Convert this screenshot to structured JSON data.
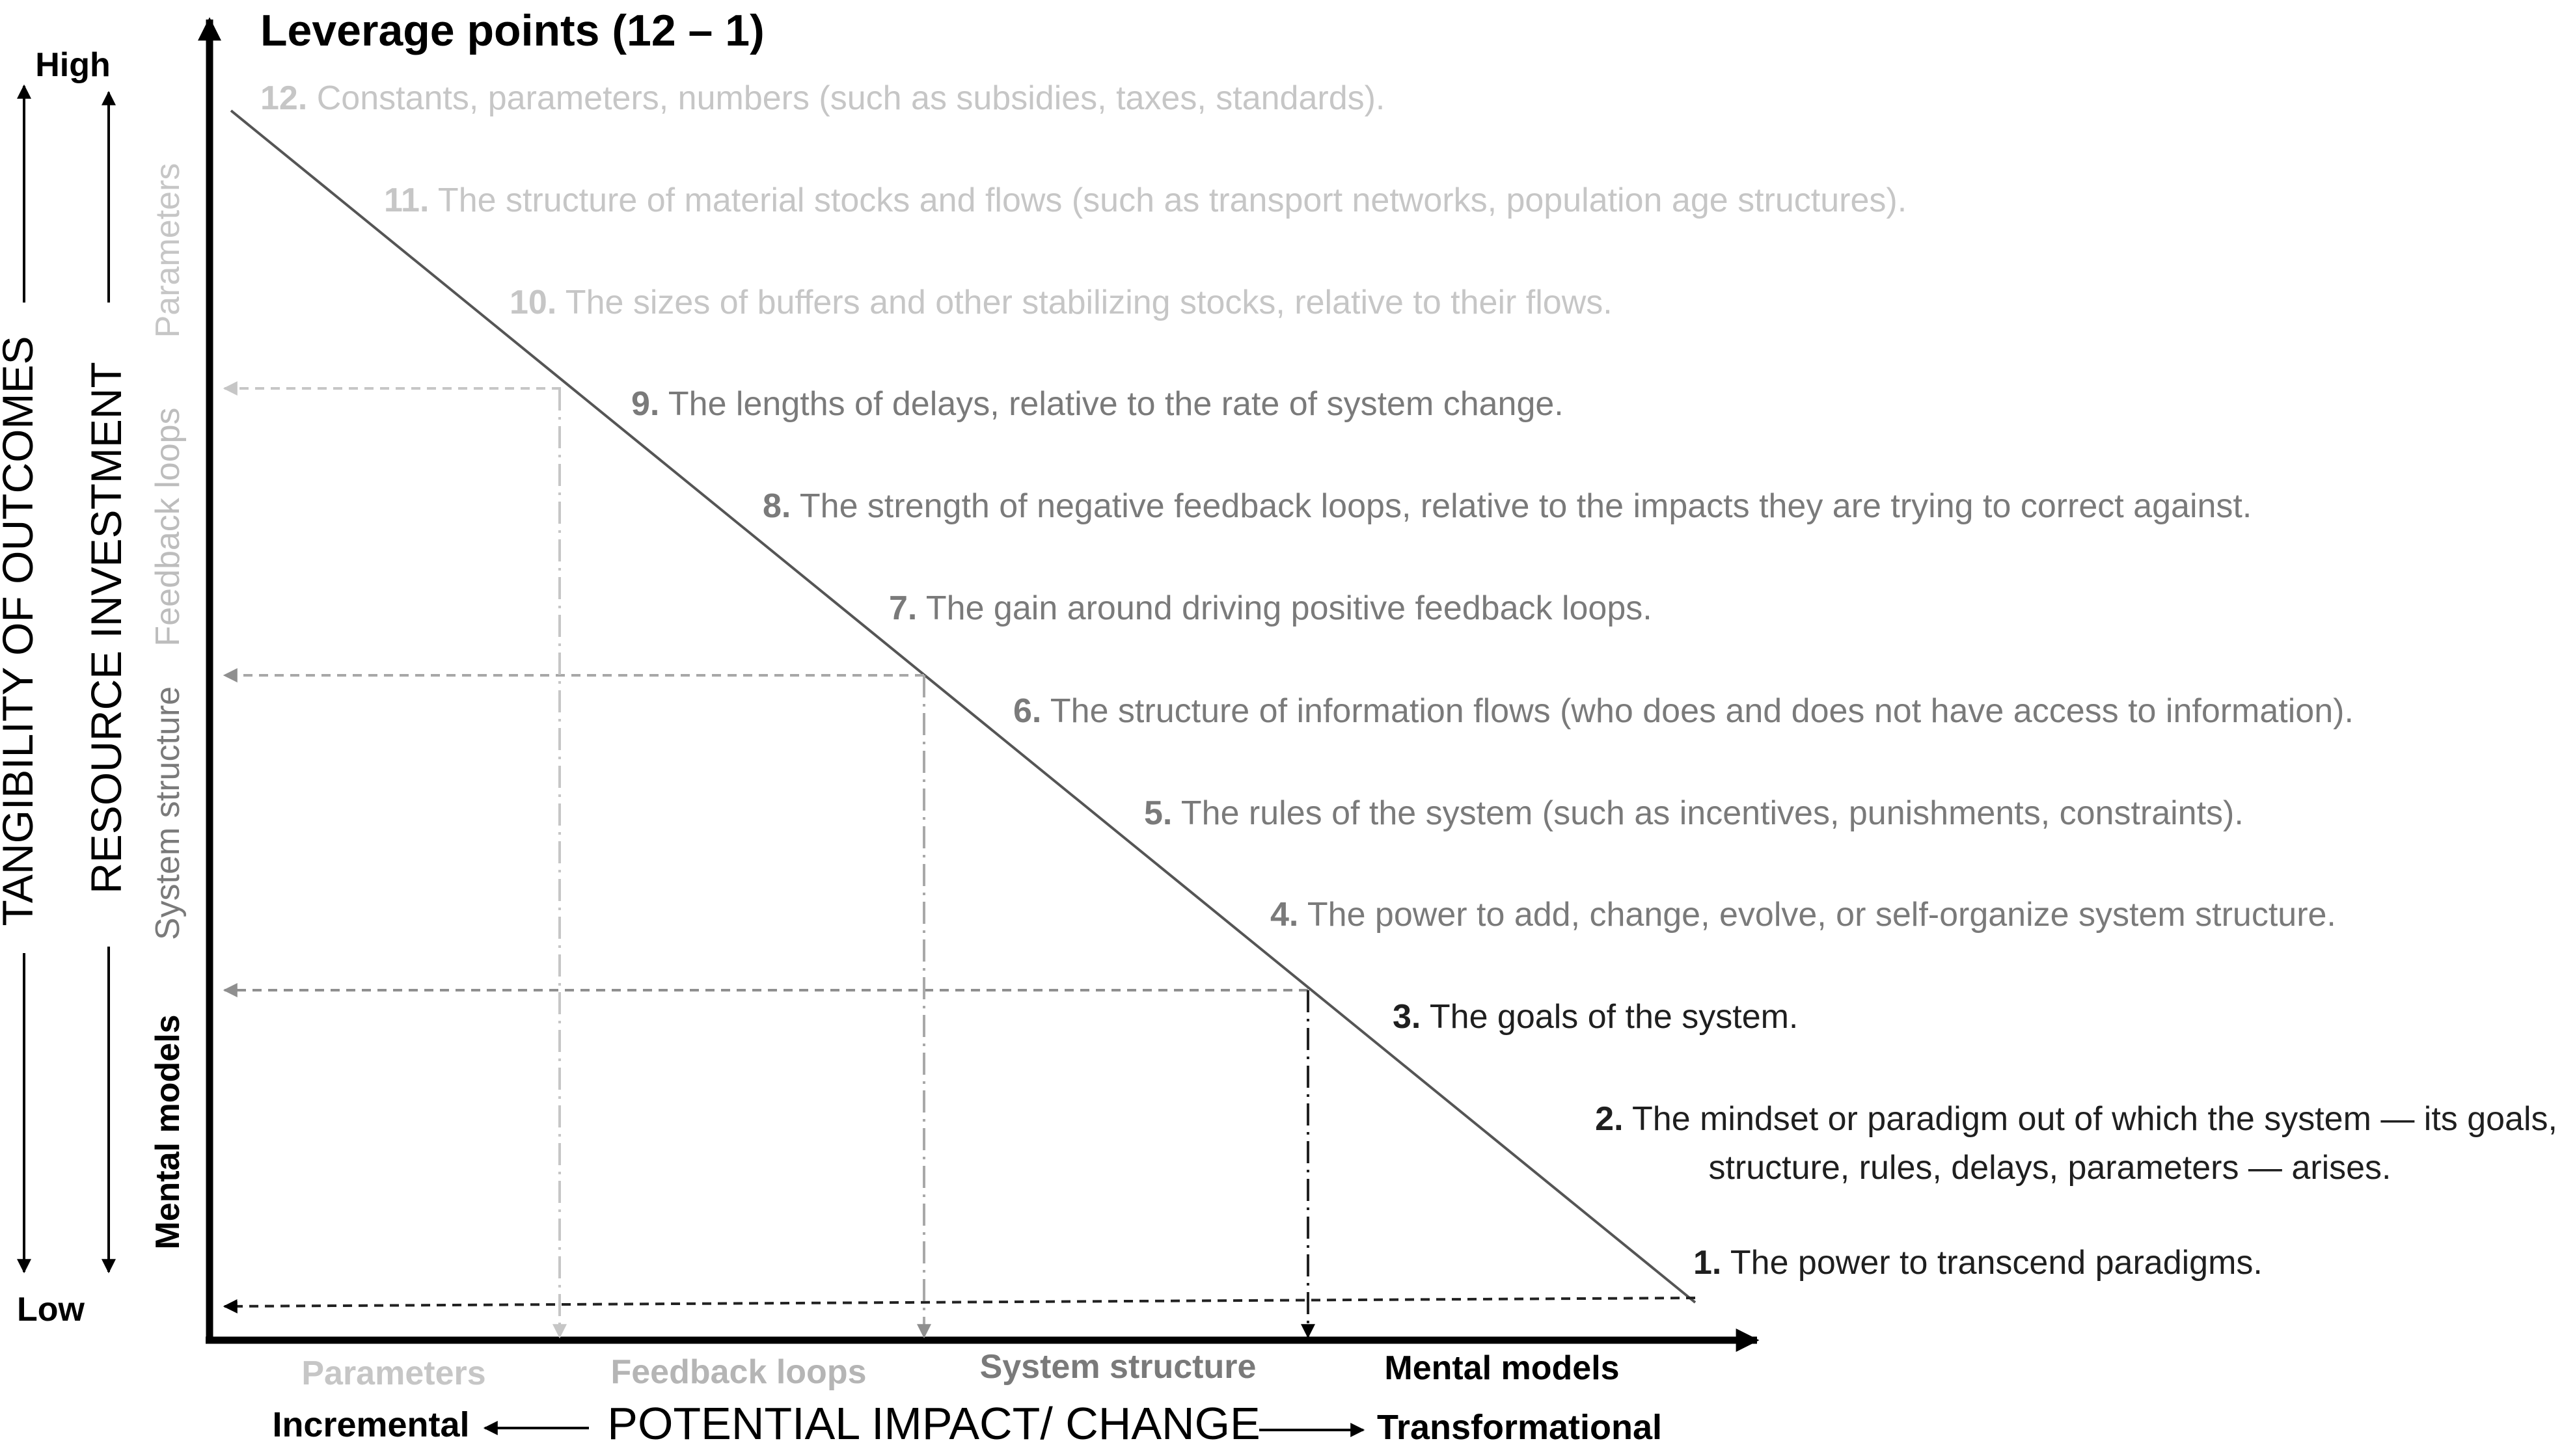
{
  "title": "Leverage points (12 – 1)",
  "colors": {
    "light": "#c6c6c6",
    "mid": "#8f8f8f",
    "midLabel": "#7a7a7a",
    "dark": "#1f1f1f",
    "black": "#000000"
  },
  "y_axis": {
    "high_label": "High",
    "low_label": "Low",
    "outer_label": "TANGIBILITY OF OUTCOMES",
    "inner_label": "RESOURCE INVESTMENT"
  },
  "y_categories": {
    "parameters": "Parameters",
    "feedback_loops": "Feedback loops",
    "system_structure": "System structure",
    "mental_models": "Mental models"
  },
  "x_categories": {
    "parameters": "Parameters",
    "feedback_loops": "Feedback loops",
    "system_structure": "System structure",
    "mental_models": "Mental models"
  },
  "x_axis": {
    "label": "POTENTIAL IMPACT/ CHANGE",
    "left_label": "Incremental",
    "right_label": "Transformational"
  },
  "leverage_points": [
    {
      "number": "12.",
      "text": "Constants, parameters, numbers (such as subsidies, taxes, standards).",
      "tone": "light"
    },
    {
      "number": "11.",
      "text": "The structure of material stocks and flows (such as transport networks, population age structures).",
      "tone": "light"
    },
    {
      "number": "10.",
      "text": "The sizes of buffers and other stabilizing stocks, relative to their flows.",
      "tone": "light"
    },
    {
      "number": "9.",
      "text": "The lengths of delays, relative to the rate of system change.",
      "tone": "mid"
    },
    {
      "number": "8.",
      "text": "The strength of negative feedback loops, relative to the impacts they are trying to correct against.",
      "tone": "mid"
    },
    {
      "number": "7.",
      "text": "The gain around driving positive feedback loops.",
      "tone": "mid"
    },
    {
      "number": "6.",
      "text": "The structure of information flows (who does and does not have access to information).",
      "tone": "mid"
    },
    {
      "number": "5.",
      "text": "The rules of the system (such as incentives, punishments, constraints).",
      "tone": "mid"
    },
    {
      "number": "4.",
      "text": "The power to add, change, evolve, or self-organize system structure.",
      "tone": "mid"
    },
    {
      "number": "3.",
      "text": "The goals of the system.",
      "tone": "dark"
    },
    {
      "number": "2.",
      "text": "The mindset or paradigm out of which the system — its goals,",
      "text2": "structure, rules, delays, parameters — arises.",
      "tone": "dark"
    },
    {
      "number": "1.",
      "text": "The power to transcend paradigms.",
      "tone": "dark"
    }
  ]
}
